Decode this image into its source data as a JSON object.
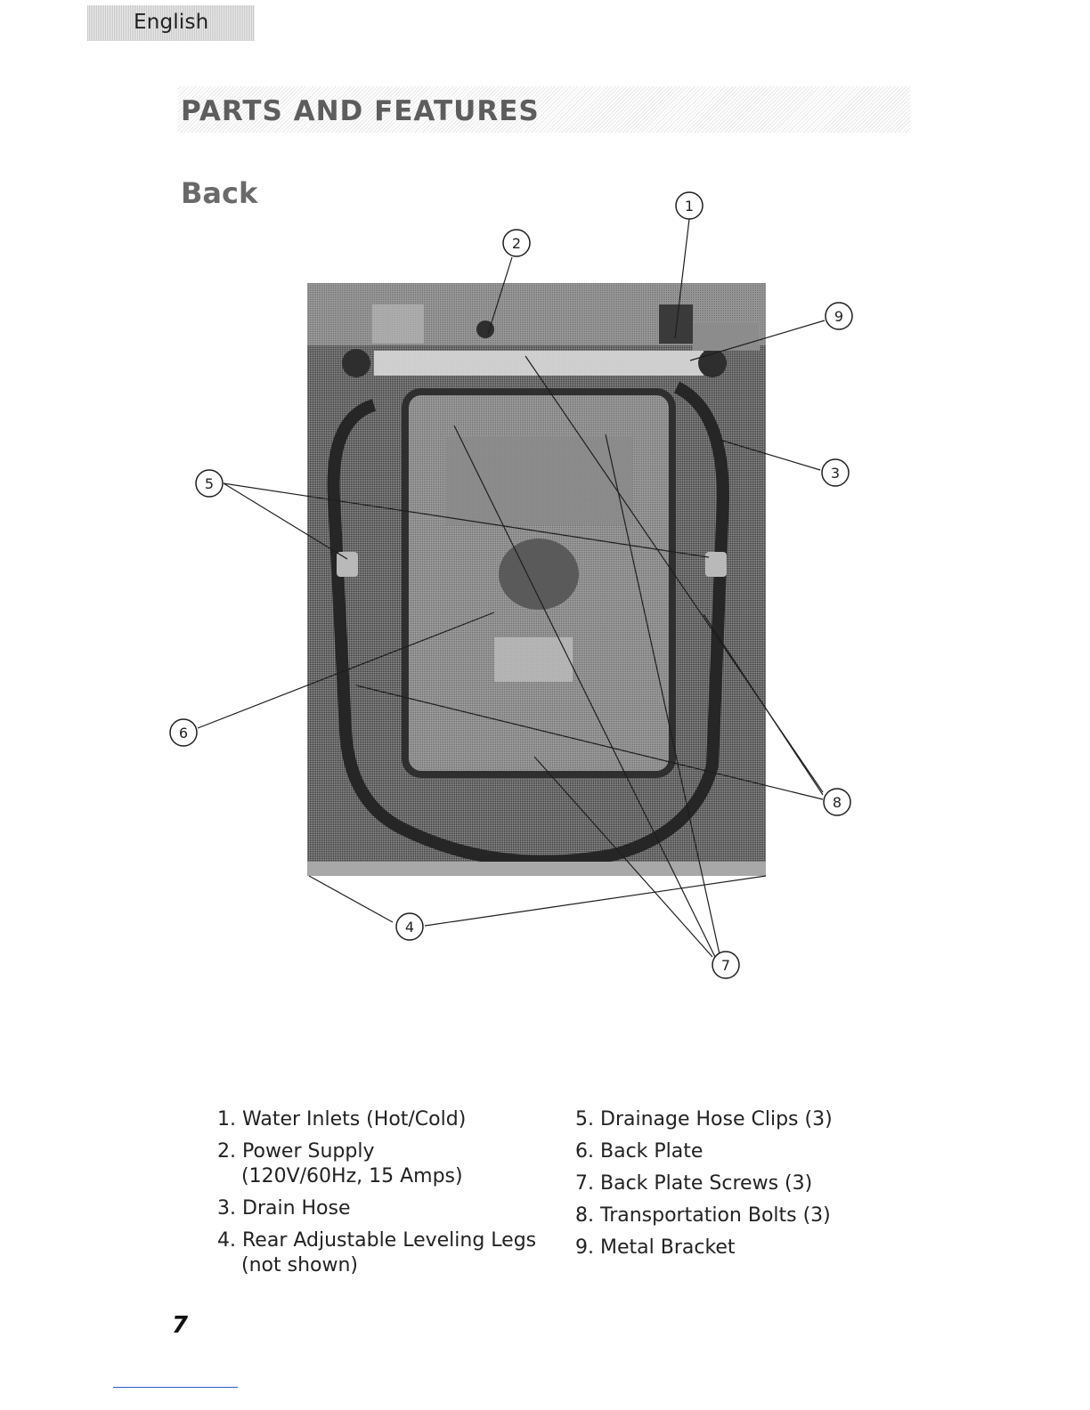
{
  "language_tab": "English",
  "section_title": "PARTS AND FEATURES",
  "subsection_title": "Back",
  "callouts": [
    "1",
    "2",
    "3",
    "4",
    "5",
    "6",
    "7",
    "8",
    "9"
  ],
  "legend_left": [
    {
      "num": "1.",
      "text": "Water Inlets (Hot/Cold)"
    },
    {
      "num": "2.",
      "text": "Power Supply",
      "text2": "(120V/60Hz, 15 Amps)"
    },
    {
      "num": "3.",
      "text": "Drain Hose"
    },
    {
      "num": "4.",
      "text": "Rear Adjustable Leveling Legs",
      "text2": "(not shown)"
    }
  ],
  "legend_right": [
    {
      "num": "5.",
      "text": "Drainage Hose Clips (3)"
    },
    {
      "num": "6.",
      "text": "Back Plate"
    },
    {
      "num": "7.",
      "text": "Back Plate Screws (3)"
    },
    {
      "num": "8.",
      "text": "Transportation Bolts (3)"
    },
    {
      "num": "9.",
      "text": "Metal Bracket"
    }
  ],
  "page_number": "7",
  "colors": {
    "heading": "#5d5d5d",
    "photo_dark": "#4a4a4a",
    "footer_link": "#2f5fd0"
  }
}
